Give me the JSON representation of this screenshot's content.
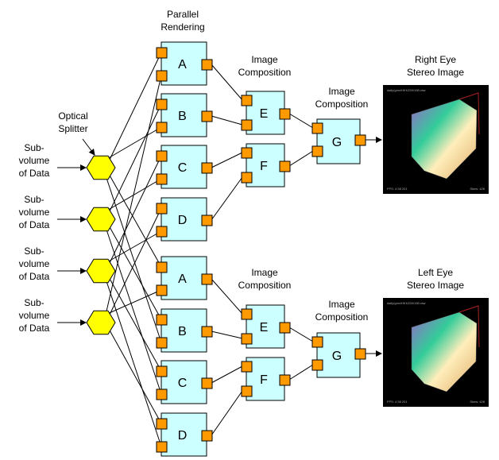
{
  "labels": {
    "parallel_rendering": [
      "Parallel",
      "Rendering"
    ],
    "optical_splitter": [
      "Optical",
      "Splitter"
    ],
    "subvolume": [
      "Sub-",
      "volume",
      "of Data"
    ],
    "image_composition": [
      "Image",
      "Composition"
    ],
    "right_eye": [
      "Right Eye",
      "Stereo Image"
    ],
    "left_eye": [
      "Left Eye",
      "Stereo Image"
    ]
  },
  "nodes": {
    "render": [
      "A",
      "B",
      "C",
      "D"
    ],
    "composite": [
      "E",
      "F"
    ],
    "final": "G"
  },
  "colors": {
    "node_fill": "#ccffff",
    "port_fill": "#ff9900",
    "splitter_fill": "#ffff00",
    "image_bg": "#000000"
  },
  "image_overlay": {
    "top": "daily/gmx/HKKZ0/I/180.raw",
    "bottom_left": "FPS: 4 58 201",
    "bottom_right": "Skew: 428"
  }
}
